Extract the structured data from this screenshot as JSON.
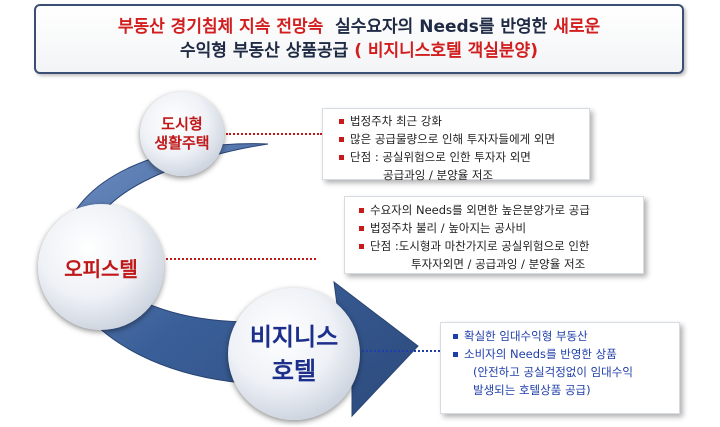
{
  "title": {
    "line1_red": "부동산 경기침체 지속 전망속",
    "line1_dark": "실수요자의 Needs를  반영한",
    "line1_red_end": "새로운",
    "line2_dark": "수익형 부동산 상품공급",
    "line2_red": "( 비지니스호텔 객실분양)"
  },
  "stages": [
    {
      "label_line1": "도시형",
      "label_line2": "생활주택"
    },
    {
      "label": "오피스텔"
    },
    {
      "label_line1": "비지니스",
      "label_line2": "호텔"
    }
  ],
  "panels": [
    {
      "items": [
        "법정주차 최근 강화",
        "많은 공급물량으로 인해 투자자들에게 외면",
        "단점 :  공실위험으로 인한 투자자 외면"
      ],
      "continuation": "공급과잉 / 분양율 저조"
    },
    {
      "items": [
        "수요자의 Needs를 외면한 높은분양가로 공급",
        "법정주차 불리 / 높아지는 공사비",
        "단점 :도시형과 마찬가지로 공실위험으로 인한"
      ],
      "continuation": "투자자외면 / 공급과잉 / 분양율 저조"
    },
    {
      "items": [
        "확실한 임대수익형 부동산",
        "소비자의 Needs를 반영한 상품"
      ],
      "continuation1": "(안전하고 공실걱정없이 임대수익",
      "continuation2": "발생되는 호텔상품 공급)"
    }
  ],
  "colors": {
    "accent_red": "#d21e1e",
    "arrow_blue": "#3a5f98",
    "text_blue": "#1f3ea8"
  }
}
